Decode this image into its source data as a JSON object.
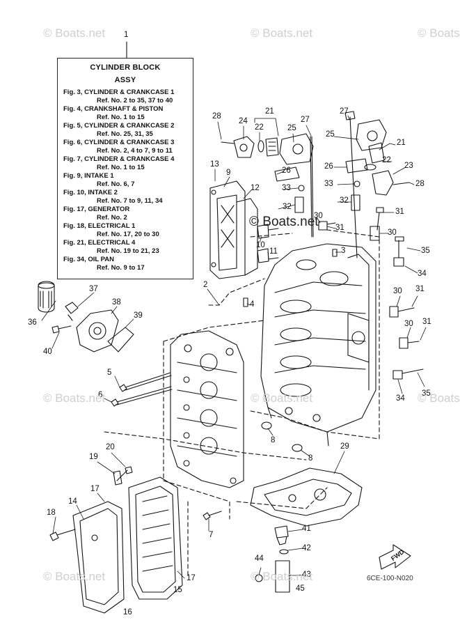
{
  "diagram": {
    "legend": {
      "ref_number": "1",
      "title_line1": "CYLINDER BLOCK",
      "title_line2": "ASSY",
      "lines": [
        "Fig. 3, CYLINDER & CRANKCASE 1",
        "Ref. No. 2 to 35, 37 to 40",
        "Fig. 4, CRANKSHAFT & PISTON",
        "Ref. No. 1 to 15",
        "Fig. 5, CYLINDER & CRANKCASE 2",
        "Ref. No. 25, 31, 35",
        "Fig. 6, CYLINDER & CRANKCASE 3",
        "Ref. No. 2, 4 to 7, 9 to 11",
        "Fig. 7, CYLINDER & CRANKCASE 4",
        "Ref. No. 1 to 15",
        "Fig. 9, INTAKE 1",
        "Ref. No. 6, 7",
        "Fig. 10, INTAKE 2",
        "Ref. No. 7 to 9,  11, 34",
        "Fig. 17, GENERATOR",
        "Ref. No. 2",
        "Fig. 18, ELECTRICAL 1",
        "Ref. No. 17, 20 to 30",
        "Fig. 21, ELECTRICAL 4",
        "Ref. No. 19 to 21, 23",
        "Fig. 34, OIL PAN",
        "Ref. No. 9 to 17"
      ]
    },
    "callouts": [
      "28",
      "24",
      "22",
      "21",
      "25",
      "27",
      "27",
      "25",
      "21",
      "22",
      "23",
      "28",
      "13",
      "9",
      "12",
      "26",
      "33",
      "26",
      "33",
      "32",
      "32",
      "30",
      "31",
      "31",
      "30",
      "3",
      "10",
      "11",
      "35",
      "34",
      "2",
      "4",
      "37",
      "38",
      "39",
      "36",
      "40",
      "30",
      "31",
      "30",
      "31",
      "5",
      "6",
      "35",
      "34",
      "8",
      "8",
      "29",
      "20",
      "19",
      "17",
      "14",
      "18",
      "7",
      "41",
      "42",
      "43",
      "44",
      "45",
      "16",
      "15",
      "17"
    ],
    "watermark": "© Boats.net",
    "fwd_label": "FWD",
    "drawing_code": "6CE-100-N020"
  }
}
